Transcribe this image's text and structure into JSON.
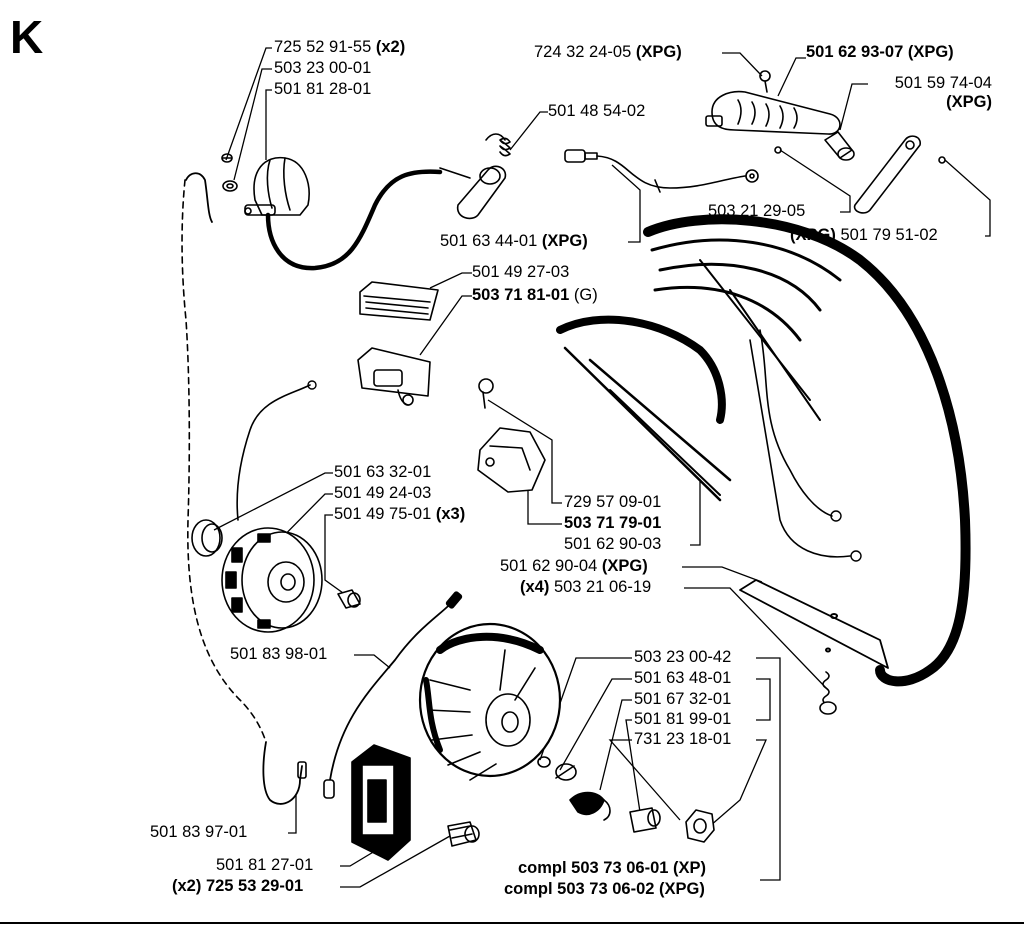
{
  "section_letter": "K",
  "labels": {
    "screw_725529155": {
      "num": "725 52 91-55",
      "suffix": "(x2)"
    },
    "washer_503230001": {
      "num": "503 23 00-01"
    },
    "cover_501812801": {
      "num": "501 81 28-01"
    },
    "spring_501485402": {
      "num": "501 48 54-02"
    },
    "screw_724322405": {
      "num": "724 32 24-05",
      "suffix": "(XPG)"
    },
    "plate_501629307": {
      "num": "501 62 93-07 (XPG)"
    },
    "bushing_501597404": {
      "num": "501 59 74-04",
      "suffix": "(XPG)"
    },
    "screw_503212905": {
      "num": "503 21 29-05"
    },
    "bracket_501795102": {
      "prefix": "(XPG)",
      "num": "501 79 51-02"
    },
    "cable_501634401": {
      "num": "501 63 44-01",
      "suffix": "(XPG)"
    },
    "rubber_501492703": {
      "num": "501 49 27-03"
    },
    "switch_503718101": {
      "num": "503 71 81-01",
      "suffix": "(G)"
    },
    "ring_501633201": {
      "num": "501 63 32-01"
    },
    "flywheel_501492403": {
      "num": "501 49 24-03"
    },
    "screw_501497501": {
      "num": "501 49 75-01",
      "suffix": "(x3)"
    },
    "screw_729570901": {
      "num": "729 57 09-01"
    },
    "coil_503717901": {
      "num": "503 71 79-01"
    },
    "handle_501629003": {
      "num": "501 62 90-03"
    },
    "handle_501629004": {
      "num": "501 62 90-04",
      "suffix": "(XPG)"
    },
    "screw_503210619": {
      "prefix": "(x4)",
      "num": "503 21 06-19"
    },
    "cable_501839801": {
      "num": "501 83 98-01"
    },
    "nut_503230042": {
      "num": "503 23 00-42"
    },
    "part_501634801": {
      "num": "501 63 48-01"
    },
    "part_501673201": {
      "num": "501 67 32-01"
    },
    "part_501819901": {
      "num": "501 81 99-01"
    },
    "nut_731231801": {
      "num": "731 23 18-01"
    },
    "cable_501839701": {
      "num": "501 83 97-01"
    },
    "module_501812701": {
      "num": "501 81 27-01"
    },
    "screw_725532901": {
      "prefix": "(x2)",
      "num": "725 53 29-01"
    },
    "compl_xp": {
      "num": "compl 503 73 06-01",
      "suffix": "(XP)"
    },
    "compl_xpg": {
      "num": "compl 503 73 06-02",
      "suffix": "(XPG)"
    }
  },
  "colors": {
    "ink": "#000000",
    "paper": "#ffffff"
  }
}
